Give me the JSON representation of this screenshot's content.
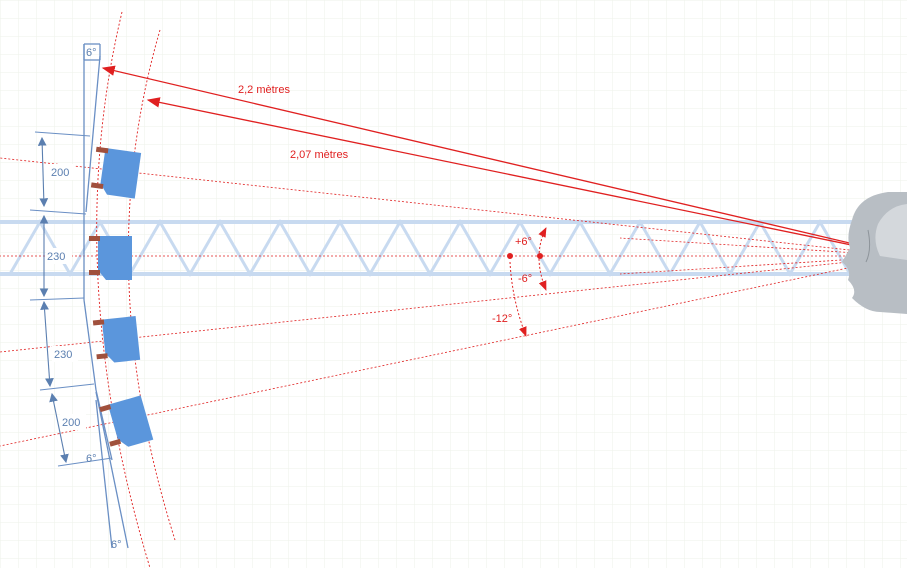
{
  "colors": {
    "grid": "#eef2ea",
    "structure": "#6a8fc4",
    "truss": "#c8daf0",
    "speaker": "#5b96dc",
    "bracket": "#a0503c",
    "annotation": "#e02020"
  },
  "distances": {
    "far": "2,2 mètres",
    "near": "2,07 mètres"
  },
  "dimensions": {
    "d1": "200",
    "d2": "230",
    "d3": "230",
    "d4": "200"
  },
  "angles": {
    "top_tilt": "6°",
    "mid_tilt": "6°",
    "bottom_tilt": "6°",
    "plus6": "+6°",
    "minus6": "-6°",
    "minus12": "-12°"
  },
  "icons": {
    "listener": "listener-head-icon"
  }
}
